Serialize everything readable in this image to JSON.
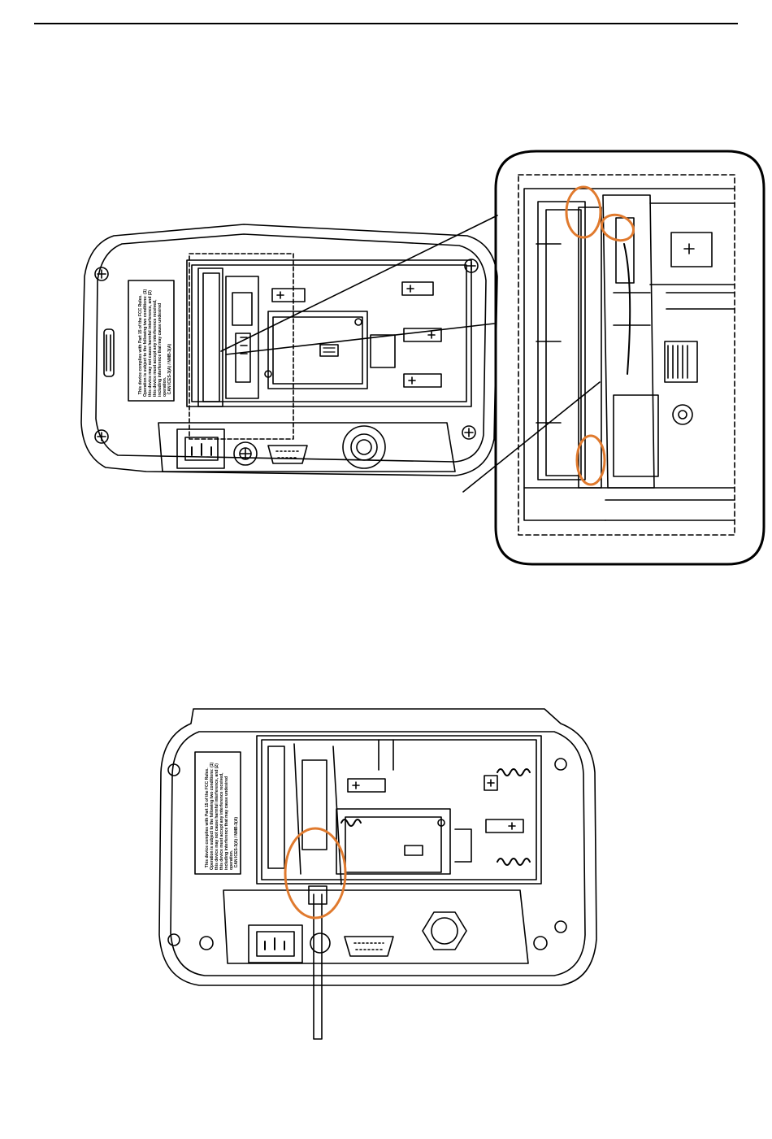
{
  "colors": {
    "line": "#000000",
    "highlight": "#e07a2e",
    "paper": "#ffffff"
  },
  "figure_top": {
    "label_text": "This device complies with Part 15 of the FCC Rules. Operation is subject to the following two conditions: (1) this device may not cause harmful interference, and (2) this device must accept any interference received, including interference that may cause undesired operation.",
    "label_code": "CAN ICES-3(A) / NMB-3(A)"
  },
  "figure_bottom": {
    "label_text": "This device complies with Part 15 of the FCC Rules. Operation is subject to the following two conditions: (1) this device may not cause harmful interference, and (2) this device must accept any interference received, including interference that may cause undesired operation.",
    "label_code": "CAN ICES-3(A) / NMB-3(A)"
  },
  "icons": [
    "battery-icon",
    "screw-icon",
    "power-inlet-icon",
    "serial-port-icon",
    "cable-gland-icon",
    "cable-icon"
  ]
}
